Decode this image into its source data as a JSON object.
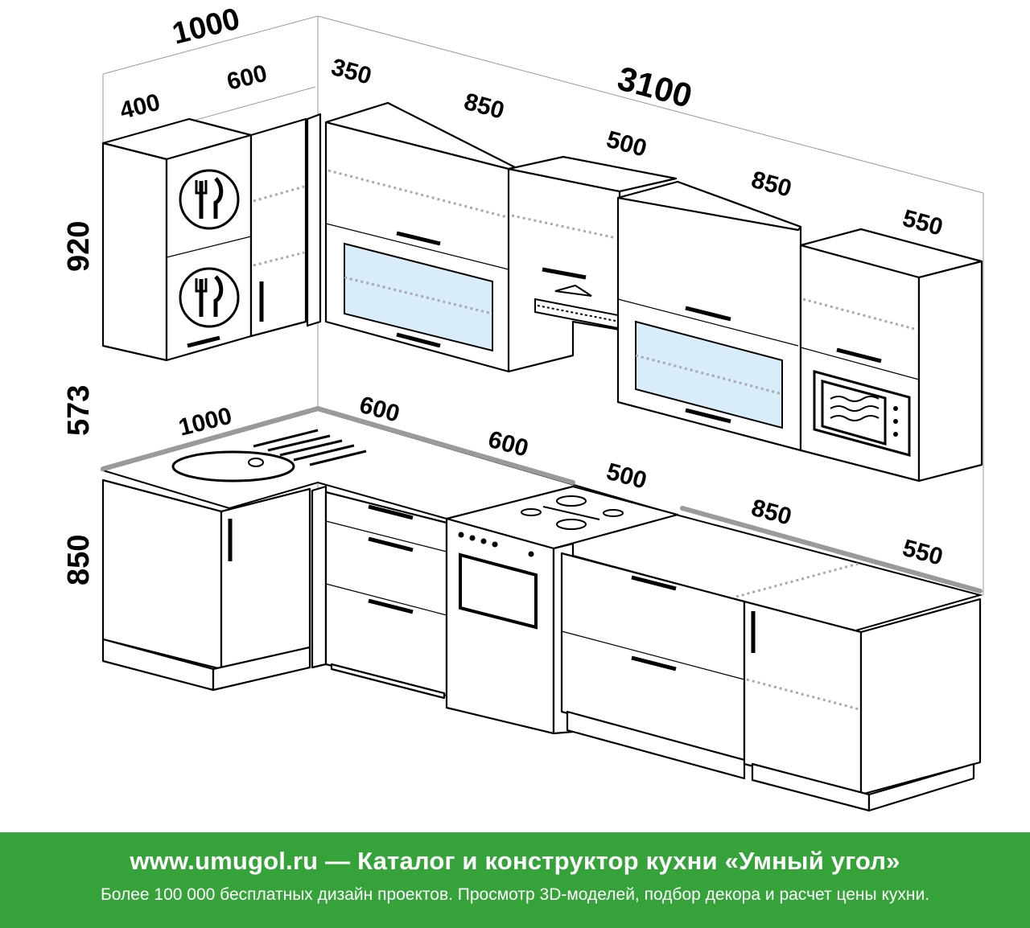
{
  "diagram": {
    "upper_total_width": "3100",
    "upper_corner_depth": "1000",
    "upper_side_400": "400",
    "upper_side_600": "600",
    "upper_350": "350",
    "upper_850_a": "850",
    "upper_500": "500",
    "upper_850_b": "850",
    "upper_550": "550",
    "height_upper": "920",
    "height_gap": "573",
    "height_base": "850",
    "lower_1000": "1000",
    "lower_600_a": "600",
    "lower_600_b": "600",
    "lower_500": "500",
    "lower_850": "850",
    "lower_550": "550"
  },
  "footer": {
    "title": "www.umugol.ru — Каталог и конструктор кухни «Умный угол»",
    "subtitle": "Более 100 000 бесплатных дизайн проектов. Просмотр 3D-моделей, подбор декора и расчет цены кухни."
  },
  "colors": {
    "footer_bg": "#35a33a",
    "glass": "#d8ecfa",
    "countertop_edge": "#9a9a9a"
  }
}
